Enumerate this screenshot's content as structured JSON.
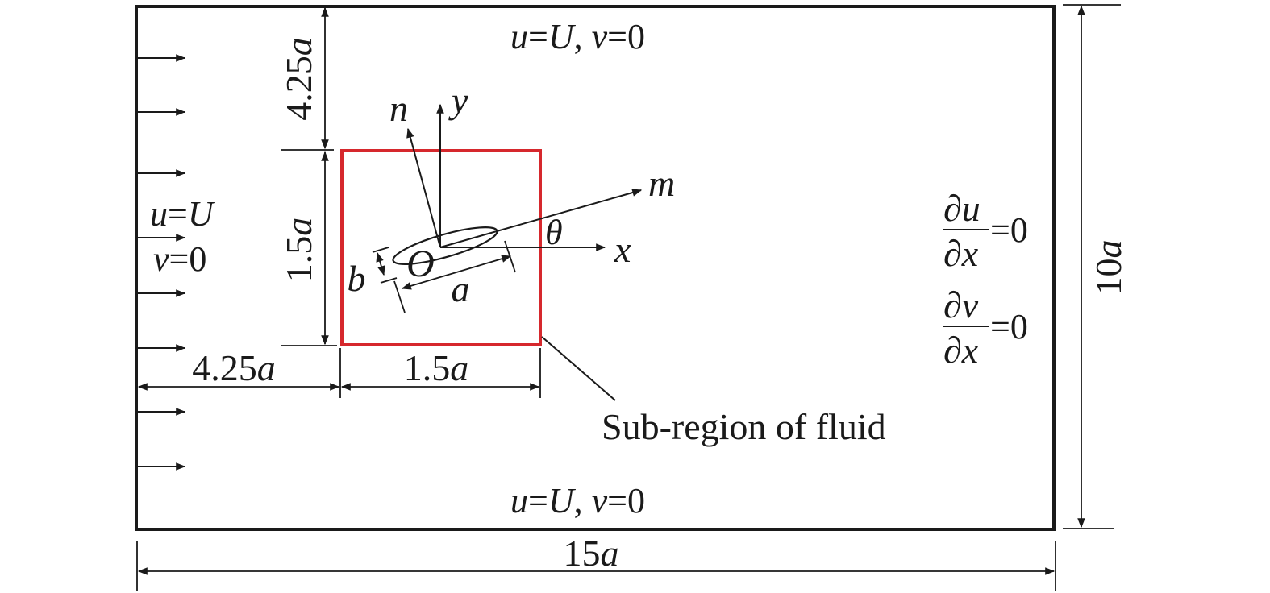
{
  "boundaries": {
    "top": {
      "u": "u",
      "eq1": "=",
      "U": "U",
      "comma": ", ",
      "v": "v",
      "eq2": "=0"
    },
    "bottom": {
      "u": "u",
      "eq1": "=",
      "U": "U",
      "comma": ", ",
      "v": "v",
      "eq2": "=0"
    },
    "inlet": {
      "line1": {
        "u": "u",
        "eq": "=",
        "U": "U"
      },
      "line2": {
        "v": "v",
        "eq": "=0"
      }
    },
    "outlet": {
      "du": {
        "num_d": "∂",
        "num_var": "u",
        "den_d": "∂",
        "den_var": "x",
        "eq": "=0"
      },
      "dv": {
        "num_d": "∂",
        "num_var": "v",
        "den_d": "∂",
        "den_var": "x",
        "eq": "=0"
      }
    }
  },
  "dimensions": {
    "top_gap": {
      "num": "4.25",
      "unit": "a"
    },
    "sub_height": {
      "num": "1.5",
      "unit": "a"
    },
    "left_gap": {
      "num": "4.25",
      "unit": "a"
    },
    "sub_width": {
      "num": "1.5",
      "unit": "a"
    },
    "total_width": {
      "num": "15",
      "unit": "a"
    },
    "total_height": {
      "num": "10",
      "unit": "a"
    },
    "chord": "a",
    "thickness": "b"
  },
  "axes": {
    "x": "x",
    "y": "y",
    "m": "m",
    "n": "n",
    "origin": "O",
    "angle": "θ"
  },
  "subregion_label": "Sub-region of fluid",
  "colors": {
    "ink": "#1a1a1a",
    "subregion": "#d6282d",
    "background": "#ffffff"
  }
}
